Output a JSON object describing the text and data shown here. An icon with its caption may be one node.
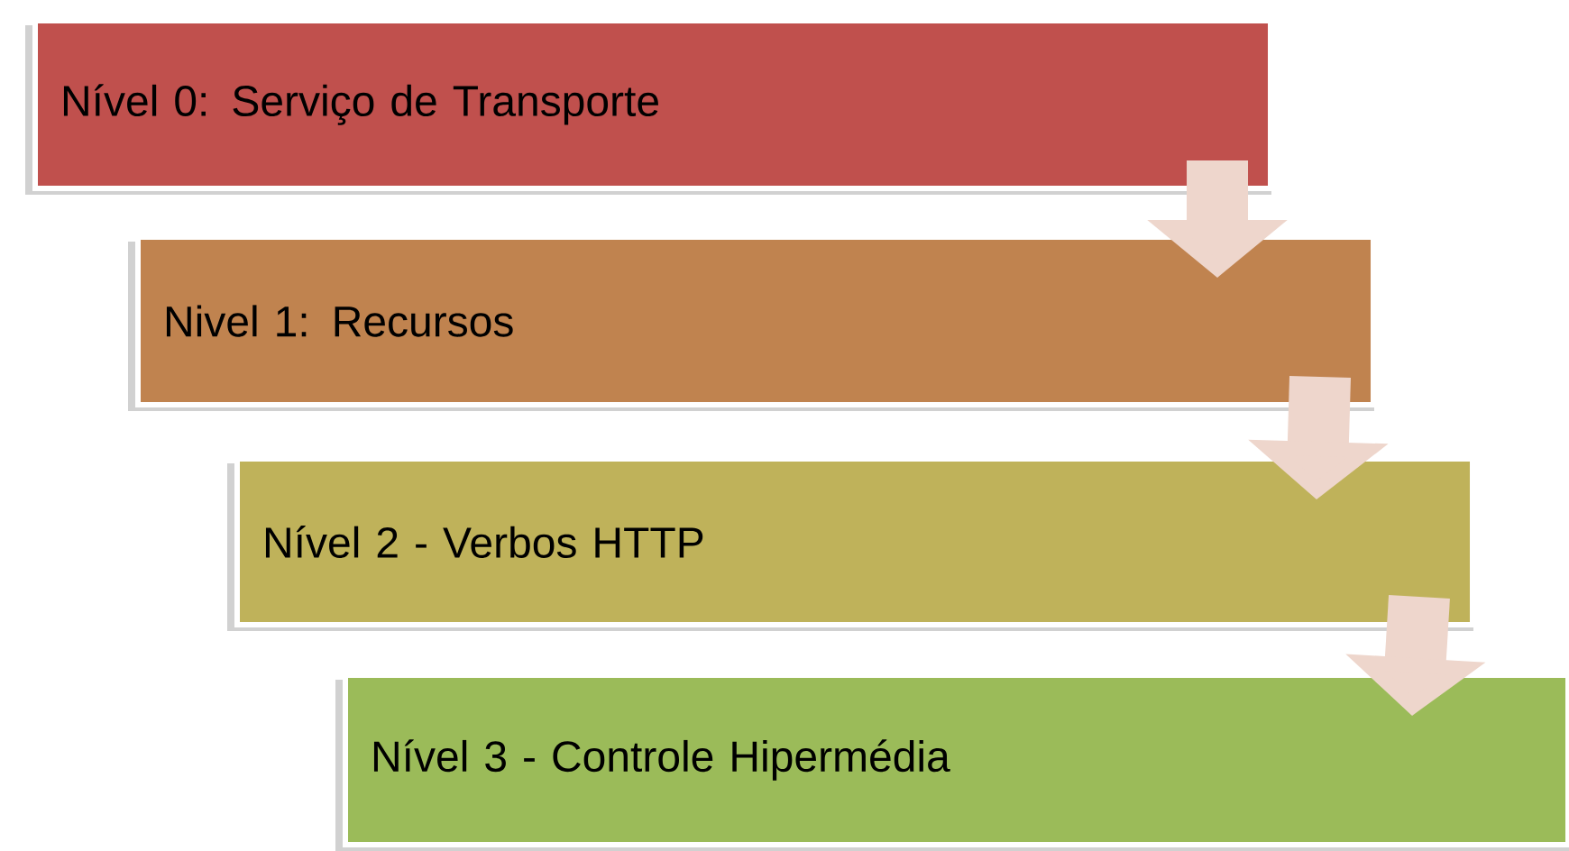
{
  "diagram": {
    "nodes": [
      {
        "text": [
          "Nível 0: Serviço de Transporte"
        ]
      },
      {
        "text": [
          "Nivel 1: Recursos"
        ]
      },
      {
        "text": [
          "Nível 2 - Verbos HTTP"
        ]
      },
      {
        "text": [
          "Nível 3 - Controle Hipermédia"
        ]
      }
    ],
    "edges": [
      {
        "from": 0,
        "to": 1,
        "arrow": "to"
      },
      {
        "from": 1,
        "to": 2,
        "arrow": "to"
      },
      {
        "from": 2,
        "to": 3,
        "arrow": "to"
      }
    ]
  }
}
